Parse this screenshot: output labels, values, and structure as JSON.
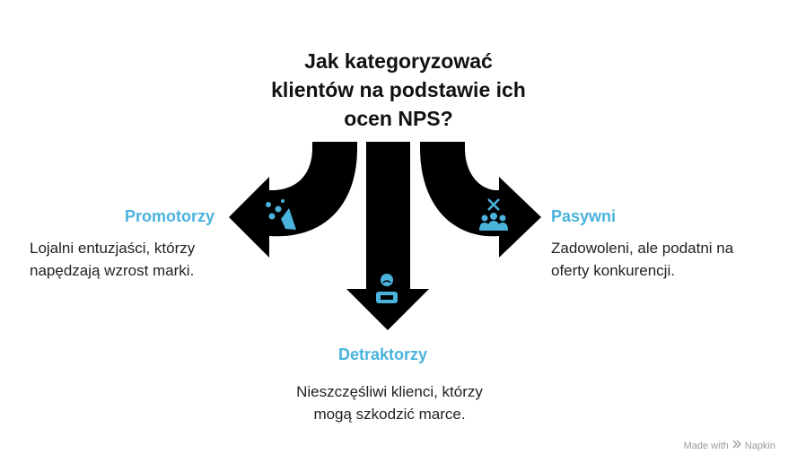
{
  "title": {
    "lines": [
      "Jak kategoryzować",
      "klientów na podstawie ich",
      "ocen NPS?"
    ]
  },
  "categories": [
    {
      "name": "Promotorzy",
      "description_lines": [
        "Lojalni entuzjaści, którzy",
        "napędzają wzrost marki."
      ],
      "icon": "megaphone-celebration-icon"
    },
    {
      "name": "Detraktorzy",
      "description_lines": [
        "Nieszczęśliwi klienci, którzy",
        "mogą szkodzić marce."
      ],
      "icon": "unhappy-person-icon"
    },
    {
      "name": "Pasywni",
      "description_lines": [
        "Zadowoleni, ale podatni na",
        "oferty konkurencji."
      ],
      "icon": "group-x-icon"
    }
  ],
  "watermark": {
    "prefix": "Made with",
    "brand": "Napkin"
  },
  "colors": {
    "accent": "#4ab3dc",
    "arrow": "#000000",
    "text": "#222222"
  }
}
